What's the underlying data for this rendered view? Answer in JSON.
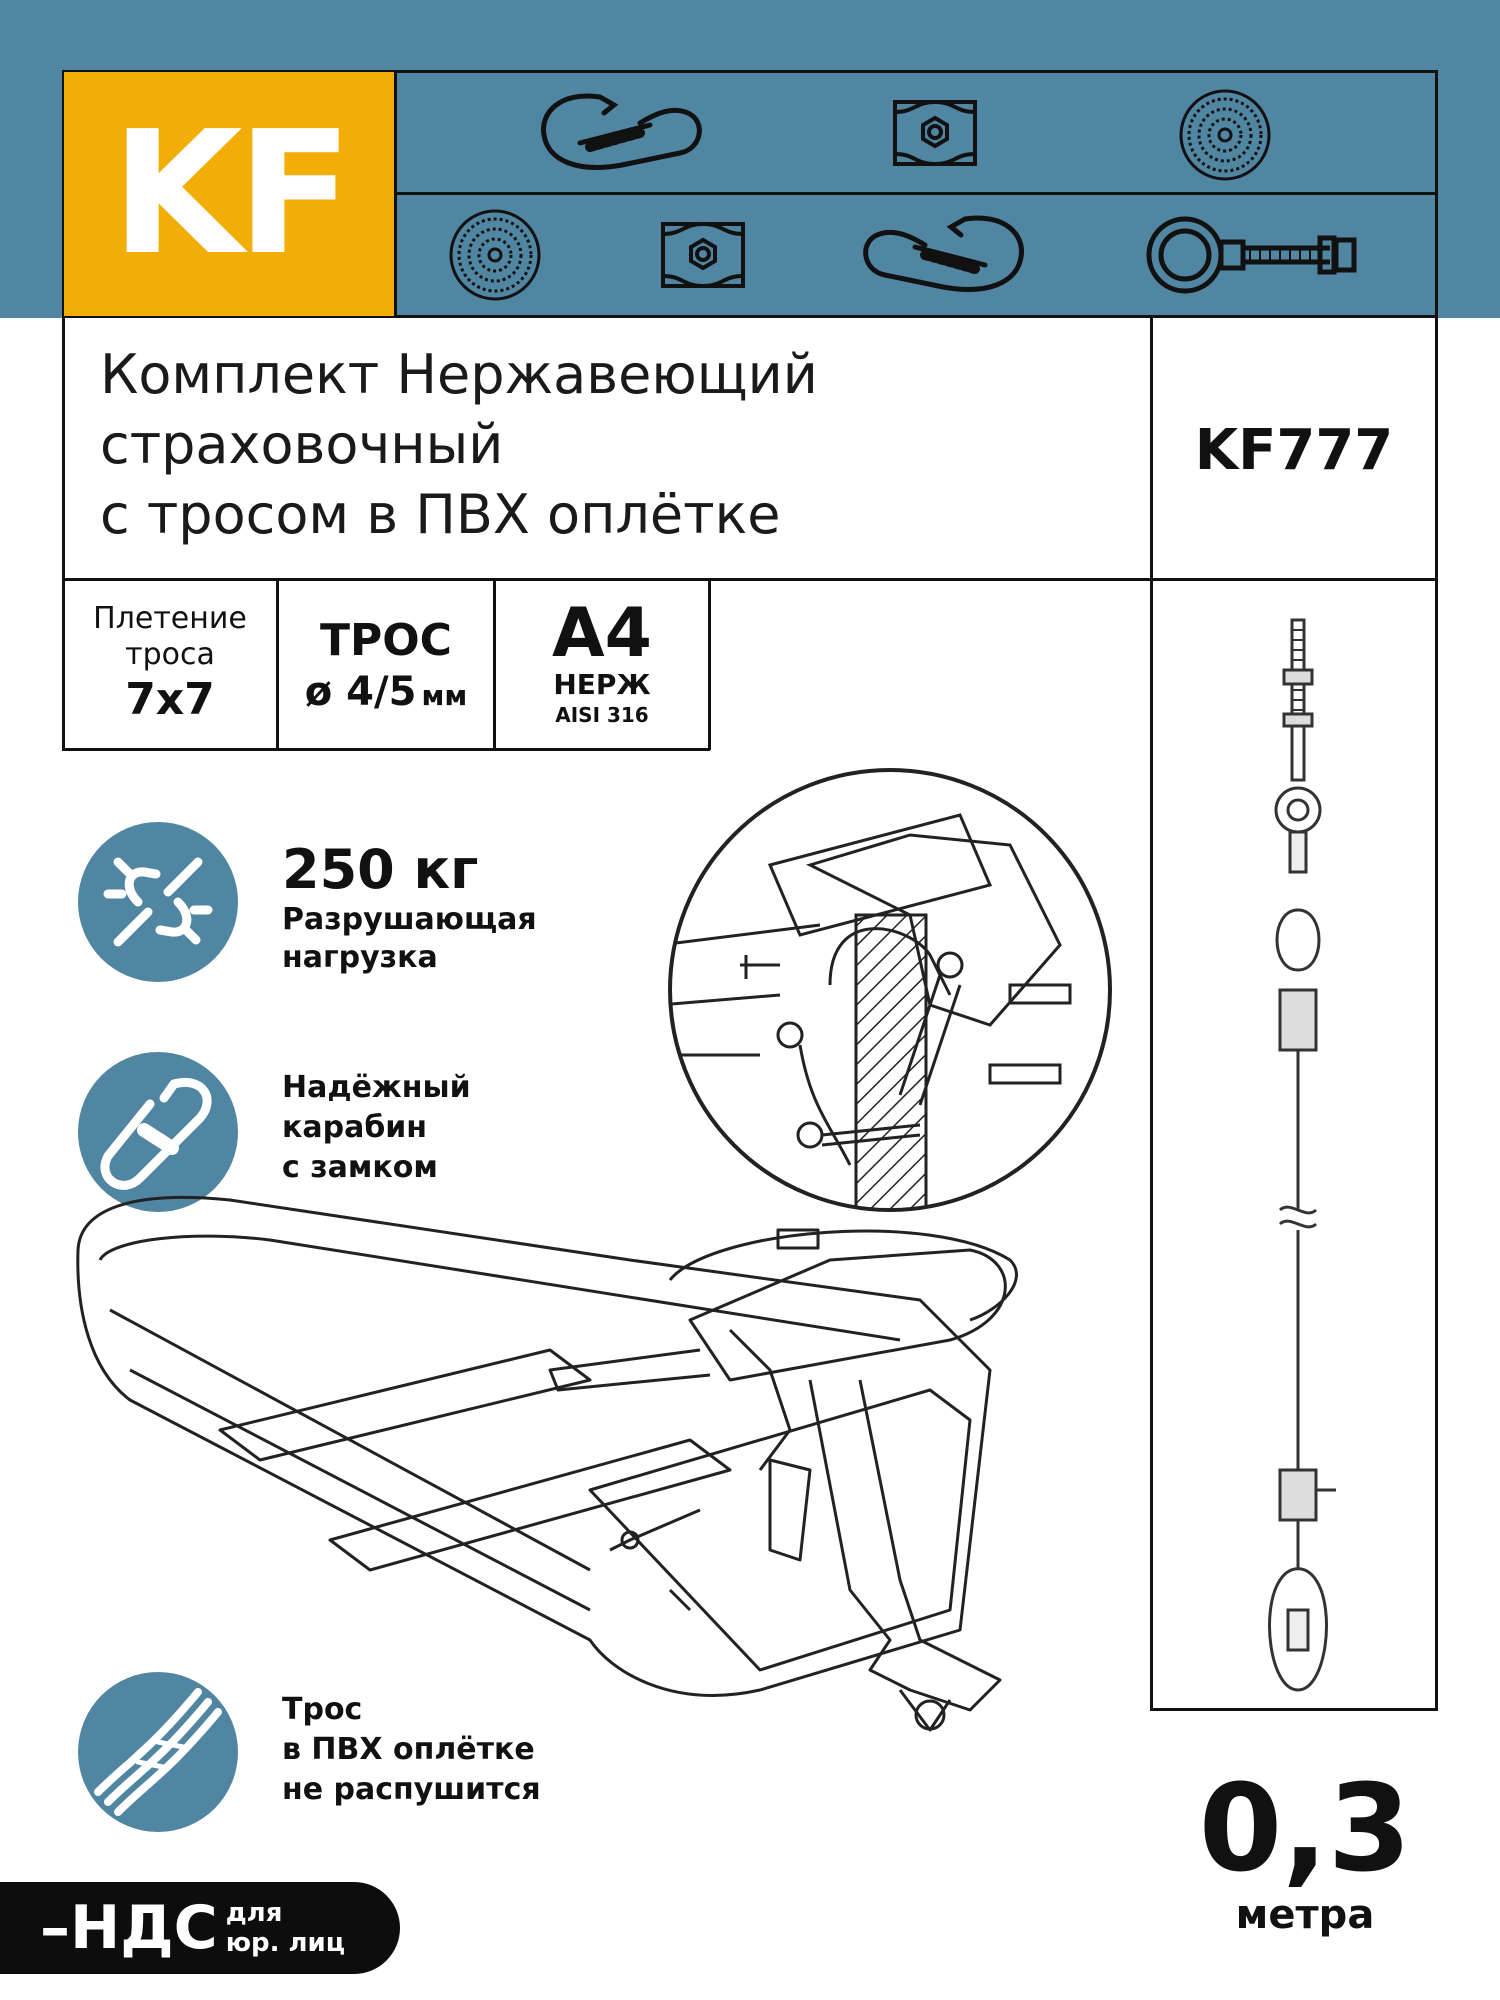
{
  "brand": {
    "logo_text": "KF",
    "colors": {
      "accent": "#f2ad06",
      "band": "#5086a2",
      "ink": "#111111"
    }
  },
  "header_icons": [
    "carabiner-icon",
    "wire-clamp-icon",
    "cable-section-icon",
    "cable-section-icon",
    "wire-clamp-icon",
    "carabiner-icon",
    "eye-bolt-icon"
  ],
  "product": {
    "title_lines": [
      "Комплект Нержавеющий",
      "страховочный",
      "с тросом в ПВХ оплётке"
    ],
    "code": "KF777"
  },
  "specs": {
    "weave": {
      "line1": "Плетение",
      "line2": "троса",
      "value": "7х7"
    },
    "cable": {
      "label": "ТРОС",
      "value": "ø 4/5",
      "unit": "мм"
    },
    "steel": {
      "grade": "A4",
      "label": "НЕРЖ",
      "standard": "AISI 316"
    }
  },
  "features": [
    {
      "icon": "broken-chain-icon",
      "title": "250 кг",
      "lines": [
        "Разрушающая",
        "нагрузка"
      ]
    },
    {
      "icon": "carabiner-lock-icon",
      "title": "",
      "lines": [
        "Надёжный",
        "карабин",
        "с замком"
      ]
    },
    {
      "icon": "braided-cable-icon",
      "title": "",
      "lines": [
        "Трос",
        "в ПВХ оплётке",
        "не распушится"
      ]
    }
  ],
  "nds": {
    "main": "–НДС",
    "small_1": "для",
    "small_2": "юр. лиц"
  },
  "length": {
    "value": "0,3",
    "unit": "метра"
  }
}
